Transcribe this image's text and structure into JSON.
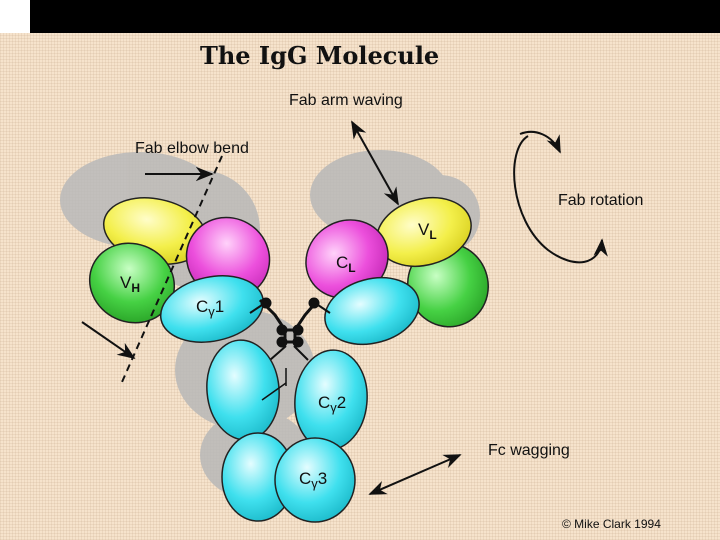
{
  "diagram": {
    "title": "The IgG Molecule",
    "labels": {
      "fab_arm_waving": "Fab arm waving",
      "fab_elbow_bend": "Fab elbow bend",
      "fab_rotation": "Fab rotation",
      "fc_wagging": "Fc wagging",
      "copyright": "© Mike Clark 1994"
    },
    "domains": {
      "vh": {
        "main": "V",
        "sub": "H"
      },
      "vl": {
        "main": "V",
        "sub": "L"
      },
      "cl": {
        "main": "C",
        "sub": "L"
      },
      "cg1": {
        "main": "C",
        "sub": "γ",
        "num": "1"
      },
      "cg2": {
        "main": "C",
        "sub": "γ",
        "num": "2"
      },
      "cg3": {
        "main": "C",
        "sub": "γ",
        "num": "3"
      }
    },
    "colors": {
      "yellow": "#f3ef4a",
      "magenta": "#ec4fdc",
      "green": "#46d144",
      "cyan": "#3fe0ee",
      "shadow": "#b8b8b8",
      "background": "#f6e3cc"
    }
  }
}
